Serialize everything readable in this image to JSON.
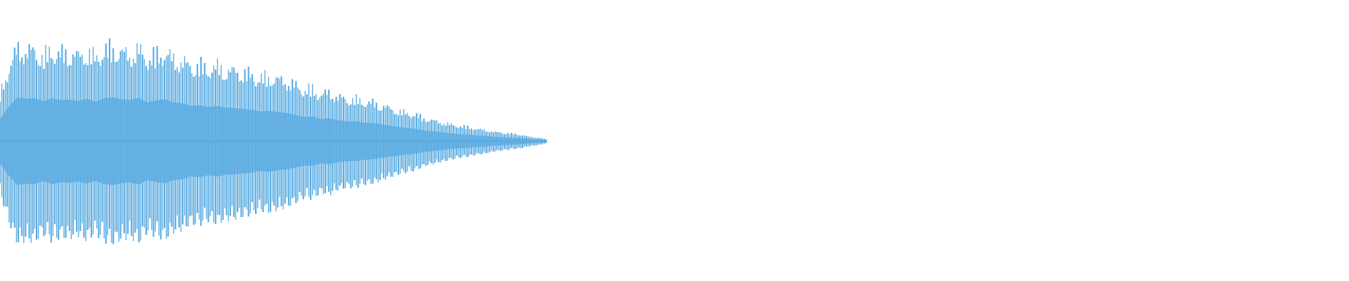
{
  "waveform": {
    "color": "#5dade2",
    "background": "#ffffff",
    "peak_count": 64,
    "envelope": [
      0.5,
      0.78,
      0.99,
      0.96,
      0.97,
      0.9,
      0.97,
      0.93,
      0.94,
      0.91,
      0.96,
      0.89,
      0.97,
      0.99,
      0.95,
      0.93,
      0.98,
      0.88,
      0.92,
      0.95,
      0.88,
      0.86,
      0.8,
      0.81,
      0.77,
      0.8,
      0.76,
      0.75,
      0.73,
      0.71,
      0.67,
      0.69,
      0.66,
      0.64,
      0.6,
      0.55,
      0.56,
      0.5,
      0.52,
      0.47,
      0.45,
      0.45,
      0.42,
      0.41,
      0.38,
      0.35,
      0.32,
      0.3,
      0.28,
      0.24,
      0.22,
      0.2,
      0.18,
      0.16,
      0.15,
      0.13,
      0.12,
      0.1,
      0.09,
      0.08,
      0.07,
      0.05,
      0.04,
      0.02
    ],
    "active_fraction": 0.405
  }
}
